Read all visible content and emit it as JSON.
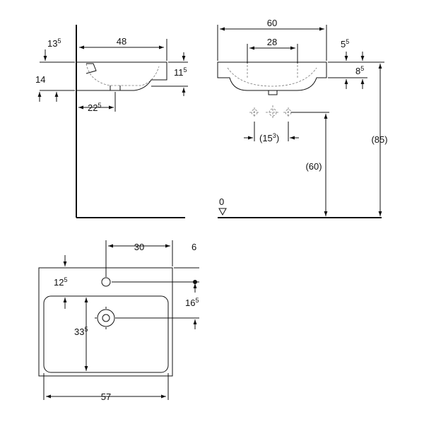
{
  "side_view": {
    "depth_main": "48",
    "top_offset_main": "13",
    "top_offset_sup": "5",
    "height_main": "14",
    "rim_height_main": "11",
    "rim_height_sup": "5",
    "drain_offset_main": "22",
    "drain_offset_sup": "5"
  },
  "front_view": {
    "width_main": "60",
    "tap_spacing_main": "28",
    "top_offset_main": "5",
    "top_offset_sup": "5",
    "rim_main": "8",
    "rim_sup": "5",
    "valve_spacing_main": "(15",
    "valve_spacing_sup": "3",
    "valve_spacing_close": ")",
    "valve_height": "(60)",
    "total_height": "(85)",
    "floor_label": "0"
  },
  "top_view": {
    "tap_offset_main": "30",
    "side_margin_main": "6",
    "tap_depth_main": "12",
    "tap_depth_sup": "5",
    "drain_depth_main": "16",
    "drain_depth_sup": "5",
    "bowl_depth_main": "33",
    "bowl_depth_sup": "5",
    "width_main": "57"
  }
}
